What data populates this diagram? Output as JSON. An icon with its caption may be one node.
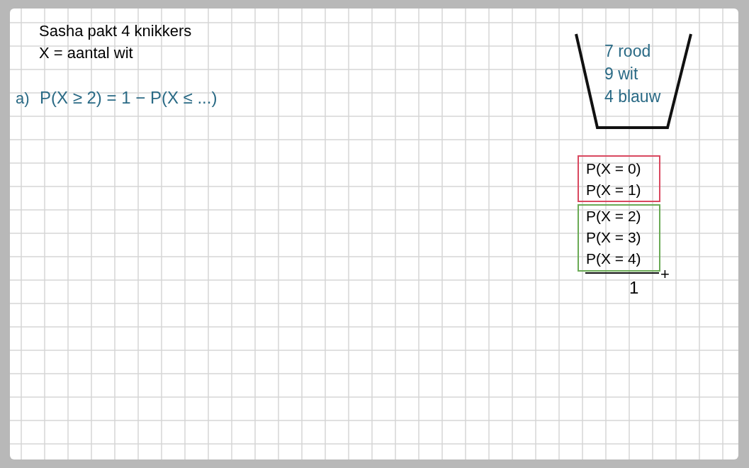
{
  "diagram": {
    "nodes": [
      {
        "text": [
          "7 rood",
          "9 wit",
          "4 blauw"
        ]
      },
      {
        "text": [
          "P(X = 0)",
          "P(X = 1)"
        ]
      },
      {
        "text": [
          "P(X = 2)",
          "P(X = 3)",
          "P(X = 4)"
        ]
      }
    ],
    "labels": [
      "Sasha pakt 4 knikkers",
      "X = aantal wit",
      "a)",
      "P(X ≥ 2) = 1 − P(X ≤ ...)",
      "+",
      "1"
    ]
  }
}
